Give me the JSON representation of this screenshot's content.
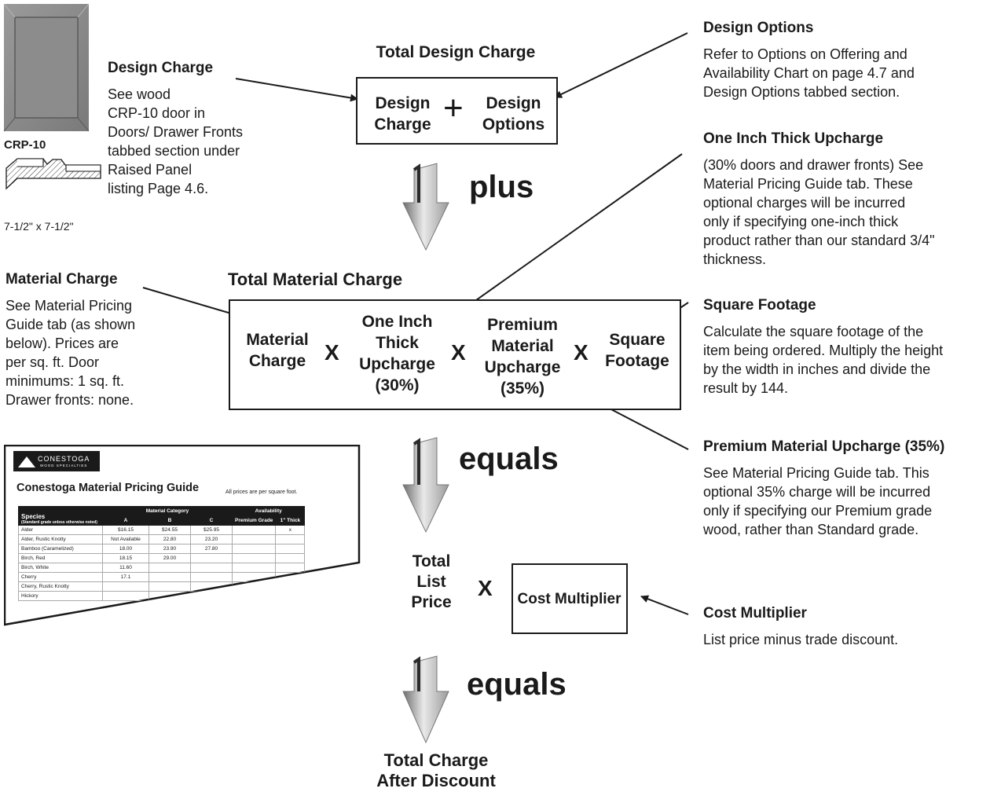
{
  "door": {
    "code": "CRP-10",
    "size": "7-1/2\" x 7-1/2\""
  },
  "design_charge": {
    "heading": "Design Charge",
    "lines": [
      "See wood",
      "CRP-10 door in",
      "Doors/ Drawer Fronts",
      "tabbed section under",
      "Raised Panel",
      "listing Page 4.6."
    ]
  },
  "total_design": {
    "title": "Total Design Charge",
    "term1": [
      "Design",
      "Charge"
    ],
    "plus_sign": "+",
    "term2": [
      "Design",
      "Options"
    ]
  },
  "design_options": {
    "heading": "Design Options",
    "lines": [
      "Refer to Options on Offering and",
      "Availability Chart on page 4.7 and",
      "Design Options tabbed section."
    ]
  },
  "one_inch": {
    "heading": "One Inch Thick Upcharge",
    "lines": [
      "(30% doors and drawer fronts) See",
      "Material Pricing Guide tab. These",
      "optional charges will be incurred",
      "only if specifying one-inch thick",
      "product rather than our standard 3/4\"",
      "thickness."
    ]
  },
  "step_plus": "plus",
  "material_charge": {
    "heading": "Material Charge",
    "lines": [
      "See Material Pricing",
      "Guide tab (as shown",
      "below). Prices are",
      "per sq. ft. Door",
      "minimums: 1 sq. ft.",
      "Drawer fronts: none."
    ]
  },
  "total_material": {
    "title": "Total Material Charge",
    "term1": [
      "Material",
      "Charge"
    ],
    "term2": [
      "One Inch",
      "Thick",
      "Upcharge",
      "(30%)"
    ],
    "term3": [
      "Premium",
      "Material",
      "Upcharge",
      "(35%)"
    ],
    "term4": [
      "Square",
      "Footage"
    ],
    "times": "X"
  },
  "square_footage": {
    "heading": "Square Footage",
    "lines": [
      "Calculate the square footage of the",
      "item being ordered. Multiply the height",
      "by the width in inches and divide the",
      "result by 144."
    ]
  },
  "premium": {
    "heading": "Premium Material Upcharge (35%)",
    "lines": [
      "See Material Pricing Guide tab. This",
      "optional 35% charge will be incurred",
      "only if specifying our Premium grade",
      "wood, rather than Standard grade."
    ]
  },
  "step_equals_1": "equals",
  "step_equals_2": "equals",
  "list_price": {
    "lines": [
      "Total",
      "List",
      "Price"
    ],
    "times": "X",
    "multiplier_box": "Cost Multiplier"
  },
  "cost_multiplier": {
    "heading": "Cost Multiplier",
    "text": "List price minus trade discount."
  },
  "final": {
    "lines": [
      "Total Charge",
      "After Discount"
    ]
  },
  "guide": {
    "brand": "CONESTOGA",
    "brand_sub": "WOOD SPECIALTIES",
    "title": "Conestoga Material Pricing Guide",
    "note": "All prices are per square foot.",
    "col_group_1": "Material Category",
    "col_group_2": "Availability",
    "species_header": "Species",
    "species_sub": "(Standard grade unless otherwise noted)",
    "cols": [
      "A",
      "B",
      "C",
      "Premium Grade",
      "1\" Thick"
    ],
    "rows": [
      [
        "Alder",
        "$16.15",
        "$24.55",
        "$25.95",
        "",
        "x"
      ],
      [
        "Alder, Rustic Knotty",
        "Not Available",
        "22.80",
        "23.20",
        "",
        ""
      ],
      [
        "Bamboo (Caramelized)",
        "18.00",
        "23.90",
        "27.80",
        "",
        ""
      ],
      [
        "Birch, Red",
        "18.15",
        "29.00",
        "",
        "",
        ""
      ],
      [
        "Birch, White",
        "11.60",
        "",
        "",
        "",
        ""
      ],
      [
        "Cherry",
        "17.1",
        "",
        "",
        "",
        ""
      ],
      [
        "Cherry, Rustic Knotty",
        "",
        "",
        "",
        "",
        ""
      ],
      [
        "Hickory",
        "",
        "",
        "",
        "",
        ""
      ]
    ]
  }
}
